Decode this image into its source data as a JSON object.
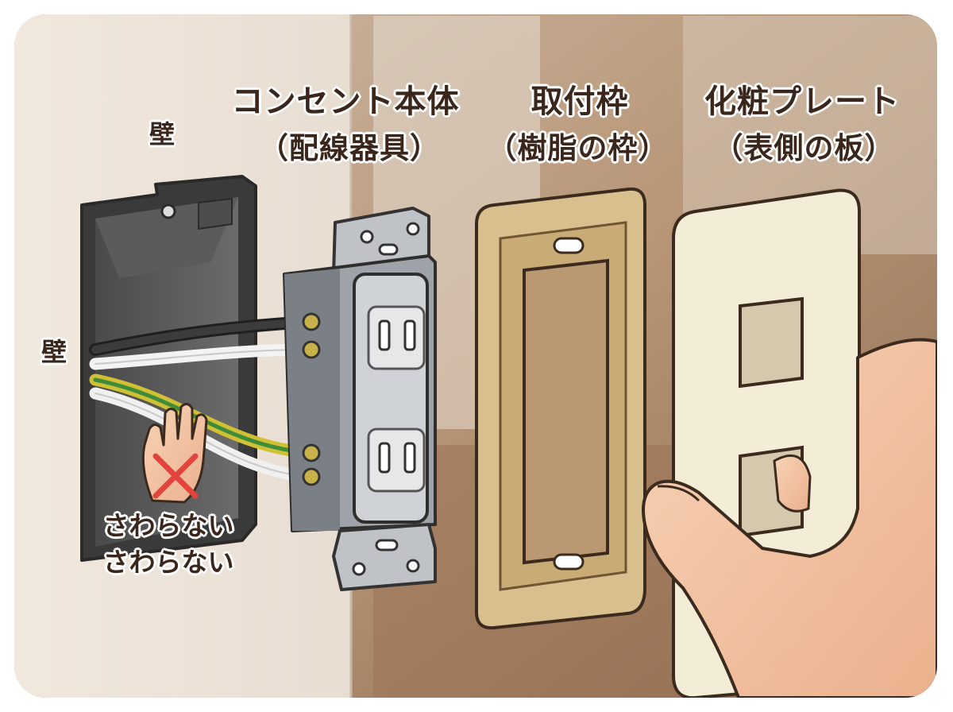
{
  "labels": {
    "wall_top": "壁",
    "wall_left": "壁",
    "outlet_title": "コンセント本体",
    "outlet_sub": "（配線器具）",
    "frame_title": "取付枠",
    "frame_sub": "（樹脂の枠）",
    "plate_title": "化粧プレート",
    "plate_sub": "（表側の板）",
    "warning_line1": "さわらない",
    "warning_line2": "さわらない"
  },
  "icons": [
    "hand-prohibited-icon",
    "cross-mark-icon"
  ],
  "colors": {
    "wall": "#efe6dc",
    "interior_wood": "#b98f6c",
    "outlet_body": "#cfd2d6",
    "mount_frame": "#d9bf8e",
    "plate": "#f3ecd7",
    "label_text": "#3a261b",
    "warning_cross": "#e0443c",
    "wire_black": "#2b2b2b",
    "wire_white": "#f2f2f2",
    "wire_ground": "#d8c23a"
  }
}
